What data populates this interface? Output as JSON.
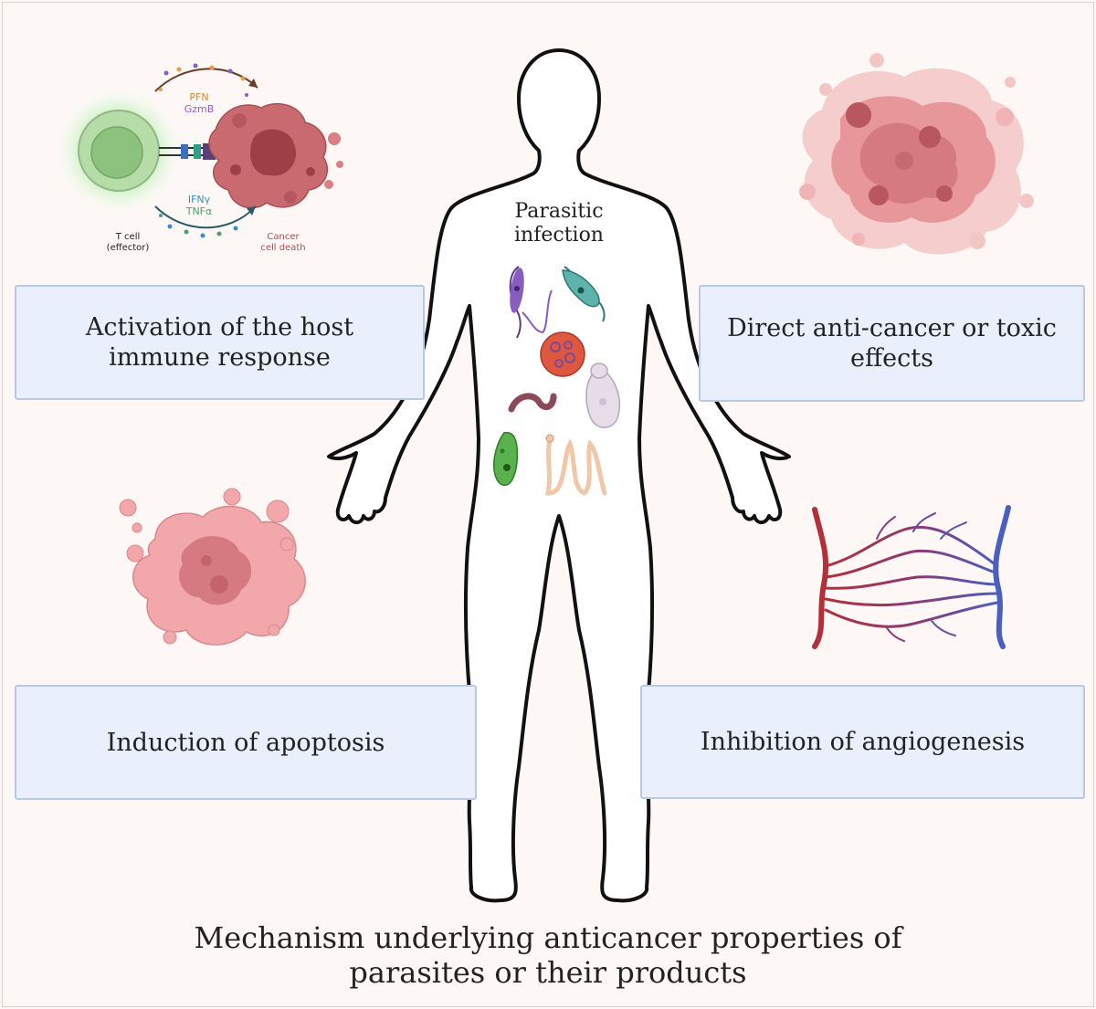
{
  "center": {
    "label_line1": "Parasitic",
    "label_line2": "infection"
  },
  "boxes": {
    "immune": {
      "line1": "Activation of the host",
      "line2": "immune response"
    },
    "direct": {
      "line1": "Direct anti-cancer or toxic",
      "line2": "effects"
    },
    "apoptosis": {
      "text": "Induction of apoptosis"
    },
    "angiogenesis": {
      "text": "Inhibition of angiogenesis"
    }
  },
  "immune_illustration": {
    "pfn": "PFN",
    "gzmb": "GzmB",
    "ifn": "IFNγ",
    "tnf": "TNFα",
    "tcell_line1": "T cell",
    "tcell_line2": "(effector)",
    "cancer_line1": "Cancer",
    "cancer_line2": "cell death"
  },
  "title": {
    "line1": "Mechanism underlying anticancer properties of",
    "line2": "parasites or their products"
  },
  "colors": {
    "box_fill": "#e9f0fb",
    "box_border": "#b9c8e4",
    "artery": "#b3303a",
    "vein": "#4a5fc0",
    "cancer": "#d97a80"
  }
}
